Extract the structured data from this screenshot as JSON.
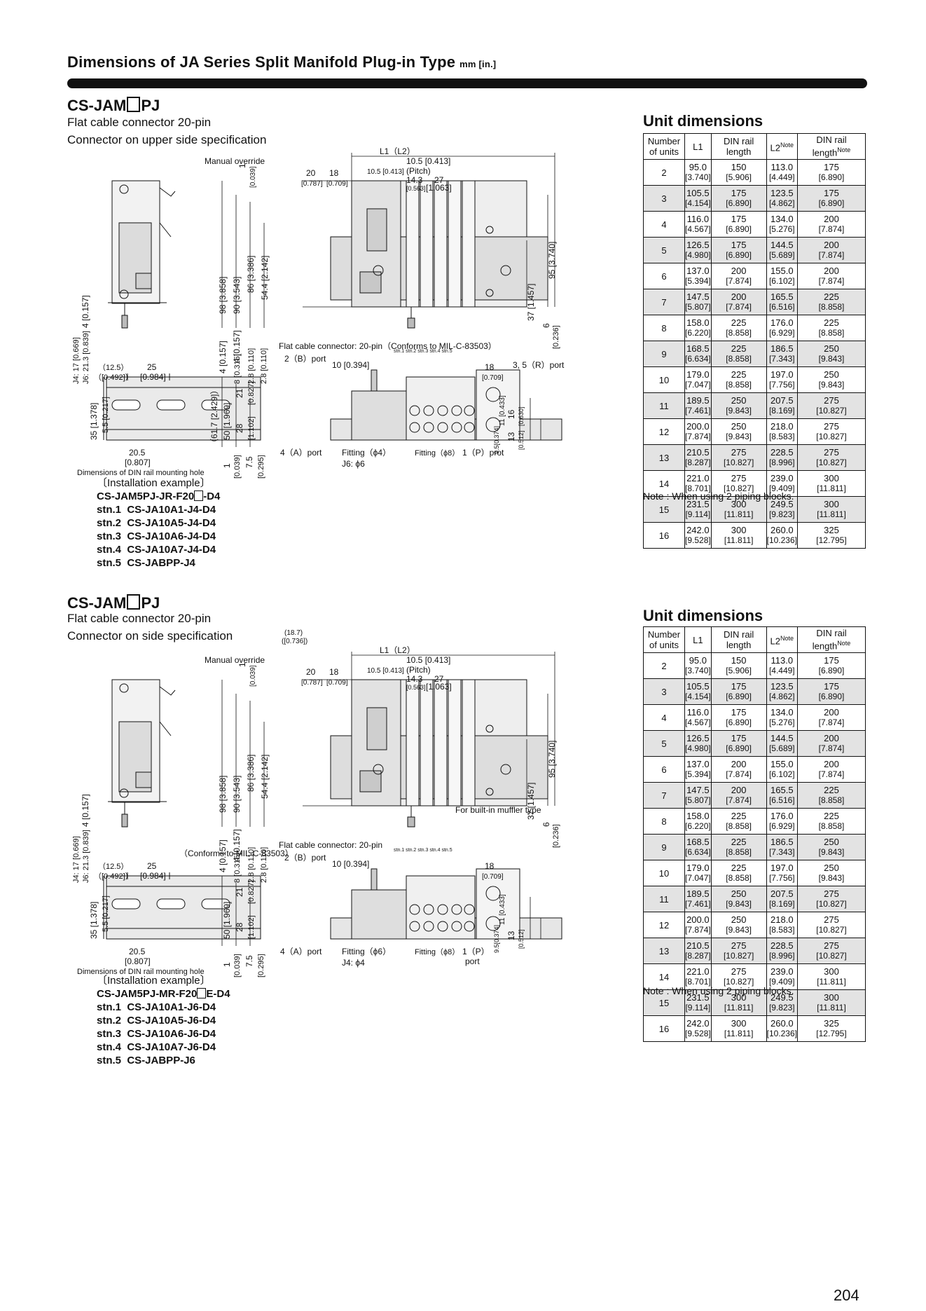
{
  "header": {
    "title": "Dimensions of JA Series Split Manifold Plug-in Type",
    "unit": "mm [in.]"
  },
  "sections": [
    {
      "model_prefix": "CS-JAM",
      "model_suffix": "PJ",
      "subtitle_1": "Flat cable connector 20-pin",
      "subtitle_2": "Connector on upper side specification",
      "drawing": {
        "manual_override": "Manual override",
        "l1l2": "L1（L2）",
        "pitch_a": "10.5 [0.413]",
        "pitch_b": "10.5 [0.413]",
        "pitch_label": "(Pitch)",
        "d20": "20",
        "d18": "18",
        "d20i": "[0.787]",
        "d18i": "[0.709]",
        "d14": "14.3",
        "d14i": "[0.563]",
        "d27": "27",
        "d27i": "[1.063]",
        "d1": "1",
        "d1i": "[0.039]",
        "h98": "98 [3.858]",
        "h90": "90 [3.543]",
        "h86": "86 [3.386]",
        "h54": "54.4 [2.142]",
        "h4a": "4 [0.157]",
        "h4b": "4 [0.157]",
        "h8": "8 [0.315]",
        "h28a": "2.8 [0.110]",
        "h28b": "2.8 [0.110]",
        "h95": "95 [3.740]",
        "h37": "37 [1.457]",
        "h6": "6",
        "h6i": "[0.236]",
        "side_4": "4 [0.157]",
        "j4": "J4: 17 [0.669]",
        "j6": "J6: 21.3 [0.839]",
        "flat_cable": "Flat cable connector: 20-pin（Conforms to MIL-C-83503）",
        "port_b": "2（B）port",
        "port_r": "3, 5（R）port",
        "port_a": "4（A）port",
        "port_p": "1（P）prot",
        "stations": "stn.1  stn.2  stn.3  stn.4  stn.5",
        "d10": "10 [0.394]",
        "d18b": "18",
        "d18bi": "[0.709]",
        "fit_small": "Fitting（ϕ4）",
        "fit_small_alt": "J6: ϕ6",
        "fit_large": "Fitting（ϕ8）",
        "v617": "（61.7 [2.429]）",
        "v50": "50 [1.969]",
        "v21": "21",
        "v21i": "[0.827]",
        "v28": "28",
        "v28i": "[1.102]",
        "v1": "1",
        "v1i": "[0.039]",
        "v75": "7.5",
        "v75i": "[0.295]",
        "r11": "11 [0.433]",
        "r16": "16",
        "r16i": "[0.630]",
        "r13": "13",
        "r13i": "[0.512]",
        "r95": "9.5[0.374]",
        "din_125": "（12.5）",
        "din_125i": "（[0.492]）",
        "din_25": "25",
        "din_25i": "[0.984]",
        "din_35": "35 [1.378]",
        "din_55": "5.5 [0.217]",
        "din_205": "20.5",
        "din_205i": "[0.807]",
        "din_caption": "Dimensions of DIN rail mounting hole",
        "muffler": ""
      },
      "installation": {
        "label": "〔Installation example〕",
        "model_pre": "CS-JAM5PJ-JR-F20",
        "model_post": "-D4",
        "stations": [
          "stn.1  CS-JA10A1-J4-D4",
          "stn.2  CS-JA10A5-J4-D4",
          "stn.3  CS-JA10A6-J4-D4",
          "stn.4  CS-JA10A7-J4-D4",
          "stn.5  CS-JABPP-J4"
        ]
      },
      "unit_dimensions": {
        "title": "Unit dimensions",
        "headers": [
          "Number of units",
          "L1",
          "DIN rail length",
          "L2",
          "DIN rail length"
        ],
        "header_note": "Note",
        "rows": [
          [
            "2",
            "95.0",
            "[3.740]",
            "150",
            "[5.906]",
            "113.0",
            "[4.449]",
            "175",
            "[6.890]"
          ],
          [
            "3",
            "105.5",
            "[4.154]",
            "175",
            "[6.890]",
            "123.5",
            "[4.862]",
            "175",
            "[6.890]"
          ],
          [
            "4",
            "116.0",
            "[4.567]",
            "175",
            "[6.890]",
            "134.0",
            "[5.276]",
            "200",
            "[7.874]"
          ],
          [
            "5",
            "126.5",
            "[4.980]",
            "175",
            "[6.890]",
            "144.5",
            "[5.689]",
            "200",
            "[7.874]"
          ],
          [
            "6",
            "137.0",
            "[5.394]",
            "200",
            "[7.874]",
            "155.0",
            "[6.102]",
            "200",
            "[7.874]"
          ],
          [
            "7",
            "147.5",
            "[5.807]",
            "200",
            "[7.874]",
            "165.5",
            "[6.516]",
            "225",
            "[8.858]"
          ],
          [
            "8",
            "158.0",
            "[6.220]",
            "225",
            "[8.858]",
            "176.0",
            "[6.929]",
            "225",
            "[8.858]"
          ],
          [
            "9",
            "168.5",
            "[6.634]",
            "225",
            "[8.858]",
            "186.5",
            "[7.343]",
            "250",
            "[9.843]"
          ],
          [
            "10",
            "179.0",
            "[7.047]",
            "225",
            "[8.858]",
            "197.0",
            "[7.756]",
            "250",
            "[9.843]"
          ],
          [
            "11",
            "189.5",
            "[7.461]",
            "250",
            "[9.843]",
            "207.5",
            "[8.169]",
            "275",
            "[10.827]"
          ],
          [
            "12",
            "200.0",
            "[7.874]",
            "250",
            "[9.843]",
            "218.0",
            "[8.583]",
            "275",
            "[10.827]"
          ],
          [
            "13",
            "210.5",
            "[8.287]",
            "275",
            "[10.827]",
            "228.5",
            "[8.996]",
            "275",
            "[10.827]"
          ],
          [
            "14",
            "221.0",
            "[8.701]",
            "275",
            "[10.827]",
            "239.0",
            "[9.409]",
            "300",
            "[11.811]"
          ],
          [
            "15",
            "231.5",
            "[9.114]",
            "300",
            "[11.811]",
            "249.5",
            "[9.823]",
            "300",
            "[11.811]"
          ],
          [
            "16",
            "242.0",
            "[9.528]",
            "300",
            "[11.811]",
            "260.0",
            "[10.236]",
            "325",
            "[12.795]"
          ]
        ],
        "note": "Note : When using 2 piping blocks."
      }
    },
    {
      "model_prefix": "CS-JAM",
      "model_suffix": "PJ",
      "subtitle_1": "Flat cable connector 20-pin",
      "subtitle_2": "Connector on side specification",
      "drawing": {
        "manual_override": "Manual override",
        "l1l2": "L1（L2）",
        "pitch_a": "10.5 [0.413]",
        "pitch_b": "10.5 [0.413]",
        "pitch_label": "(Pitch)",
        "d20": "20",
        "d18": "18",
        "d20i": "[0.787]",
        "d18i": "[0.709]",
        "d14": "14.3",
        "d14i": "[0.563]",
        "d27": "27",
        "d27i": "[1.063]",
        "d1": "1",
        "d1i": "[0.039]",
        "h98": "98 [3.858]",
        "h90": "90 [3.543]",
        "h86": "86 [3.386]",
        "h54": "54.4 [2.142]",
        "h4a": "4 [0.157]",
        "h4b": "4 [0.157]",
        "h8": "8 [0.315]",
        "h28a": "2.8 [0.110]",
        "h28b": "2.8 [0.110]",
        "h95": "95 [3.740]",
        "h37": "37 [1.457]",
        "h6": "6",
        "h6i": "[0.236]",
        "side_4": "4 [0.157]",
        "j4": "J4: 17 [0.669]",
        "j6": "J6: 21.3 [0.839]",
        "top_187": "(18.7)",
        "top_187i": "([0.736])",
        "flat_cable": "Flat cable connector: 20-pin",
        "flat_cable_2": "（Conforms to MIL-C-83503）",
        "port_b": "2（B）port",
        "port_a": "4（A）port",
        "port_p": "1（P）",
        "port_p2": "port",
        "stations": "stn.1  stn.2  stn.3  stn.4  stn.5",
        "d10": "10 [0.394]",
        "d18b": "18",
        "d18bi": "[0.709]",
        "fit_small": "Fitting（ϕ6）",
        "fit_small_alt": "J4: ϕ4",
        "fit_large": "Fitting（ϕ8）",
        "v50": "50 [1.969]",
        "v21": "21",
        "v21i": "[0.827]",
        "v28": "28",
        "v28i": "[1.102]",
        "v1": "1",
        "v1i": "[0.039]",
        "v75": "7.5",
        "v75i": "[0.295]",
        "r11": "11 [0.433]",
        "r13": "13",
        "r13i": "[0.512]",
        "r95": "9.5[0.374]",
        "din_125": "（12.5）",
        "din_125i": "（[0.492]）",
        "din_25": "25",
        "din_25i": "[0.984]",
        "din_35": "35 [1.378]",
        "din_55": "5.5 [0.217]",
        "din_205": "20.5",
        "din_205i": "[0.807]",
        "din_caption": "Dimensions of DIN rail mounting hole",
        "muffler": "For built-in muffler type"
      },
      "installation": {
        "label": "〔Installation example〕",
        "model_pre": "CS-JAM5PJ-MR-F20",
        "model_post": "E-D4",
        "stations": [
          "stn.1  CS-JA10A1-J6-D4",
          "stn.2  CS-JA10A5-J6-D4",
          "stn.3  CS-JA10A6-J6-D4",
          "stn.4  CS-JA10A7-J6-D4",
          "stn.5  CS-JABPP-J6"
        ]
      },
      "unit_dimensions": {
        "title": "Unit dimensions",
        "headers": [
          "Number of units",
          "L1",
          "DIN rail length",
          "L2",
          "DIN rail length"
        ],
        "header_note": "Note",
        "rows": [
          [
            "2",
            "95.0",
            "[3.740]",
            "150",
            "[5.906]",
            "113.0",
            "[4.449]",
            "175",
            "[6.890]"
          ],
          [
            "3",
            "105.5",
            "[4.154]",
            "175",
            "[6.890]",
            "123.5",
            "[4.862]",
            "175",
            "[6.890]"
          ],
          [
            "4",
            "116.0",
            "[4.567]",
            "175",
            "[6.890]",
            "134.0",
            "[5.276]",
            "200",
            "[7.874]"
          ],
          [
            "5",
            "126.5",
            "[4.980]",
            "175",
            "[6.890]",
            "144.5",
            "[5.689]",
            "200",
            "[7.874]"
          ],
          [
            "6",
            "137.0",
            "[5.394]",
            "200",
            "[7.874]",
            "155.0",
            "[6.102]",
            "200",
            "[7.874]"
          ],
          [
            "7",
            "147.5",
            "[5.807]",
            "200",
            "[7.874]",
            "165.5",
            "[6.516]",
            "225",
            "[8.858]"
          ],
          [
            "8",
            "158.0",
            "[6.220]",
            "225",
            "[8.858]",
            "176.0",
            "[6.929]",
            "225",
            "[8.858]"
          ],
          [
            "9",
            "168.5",
            "[6.634]",
            "225",
            "[8.858]",
            "186.5",
            "[7.343]",
            "250",
            "[9.843]"
          ],
          [
            "10",
            "179.0",
            "[7.047]",
            "225",
            "[8.858]",
            "197.0",
            "[7.756]",
            "250",
            "[9.843]"
          ],
          [
            "11",
            "189.5",
            "[7.461]",
            "250",
            "[9.843]",
            "207.5",
            "[8.169]",
            "275",
            "[10.827]"
          ],
          [
            "12",
            "200.0",
            "[7.874]",
            "250",
            "[9.843]",
            "218.0",
            "[8.583]",
            "275",
            "[10.827]"
          ],
          [
            "13",
            "210.5",
            "[8.287]",
            "275",
            "[10.827]",
            "228.5",
            "[8.996]",
            "275",
            "[10.827]"
          ],
          [
            "14",
            "221.0",
            "[8.701]",
            "275",
            "[10.827]",
            "239.0",
            "[9.409]",
            "300",
            "[11.811]"
          ],
          [
            "15",
            "231.5",
            "[9.114]",
            "300",
            "[11.811]",
            "249.5",
            "[9.823]",
            "300",
            "[11.811]"
          ],
          [
            "16",
            "242.0",
            "[9.528]",
            "300",
            "[11.811]",
            "260.0",
            "[10.236]",
            "325",
            "[12.795]"
          ]
        ],
        "note": "Note : When using 2 piping blocks."
      }
    }
  ],
  "page_number": "204"
}
